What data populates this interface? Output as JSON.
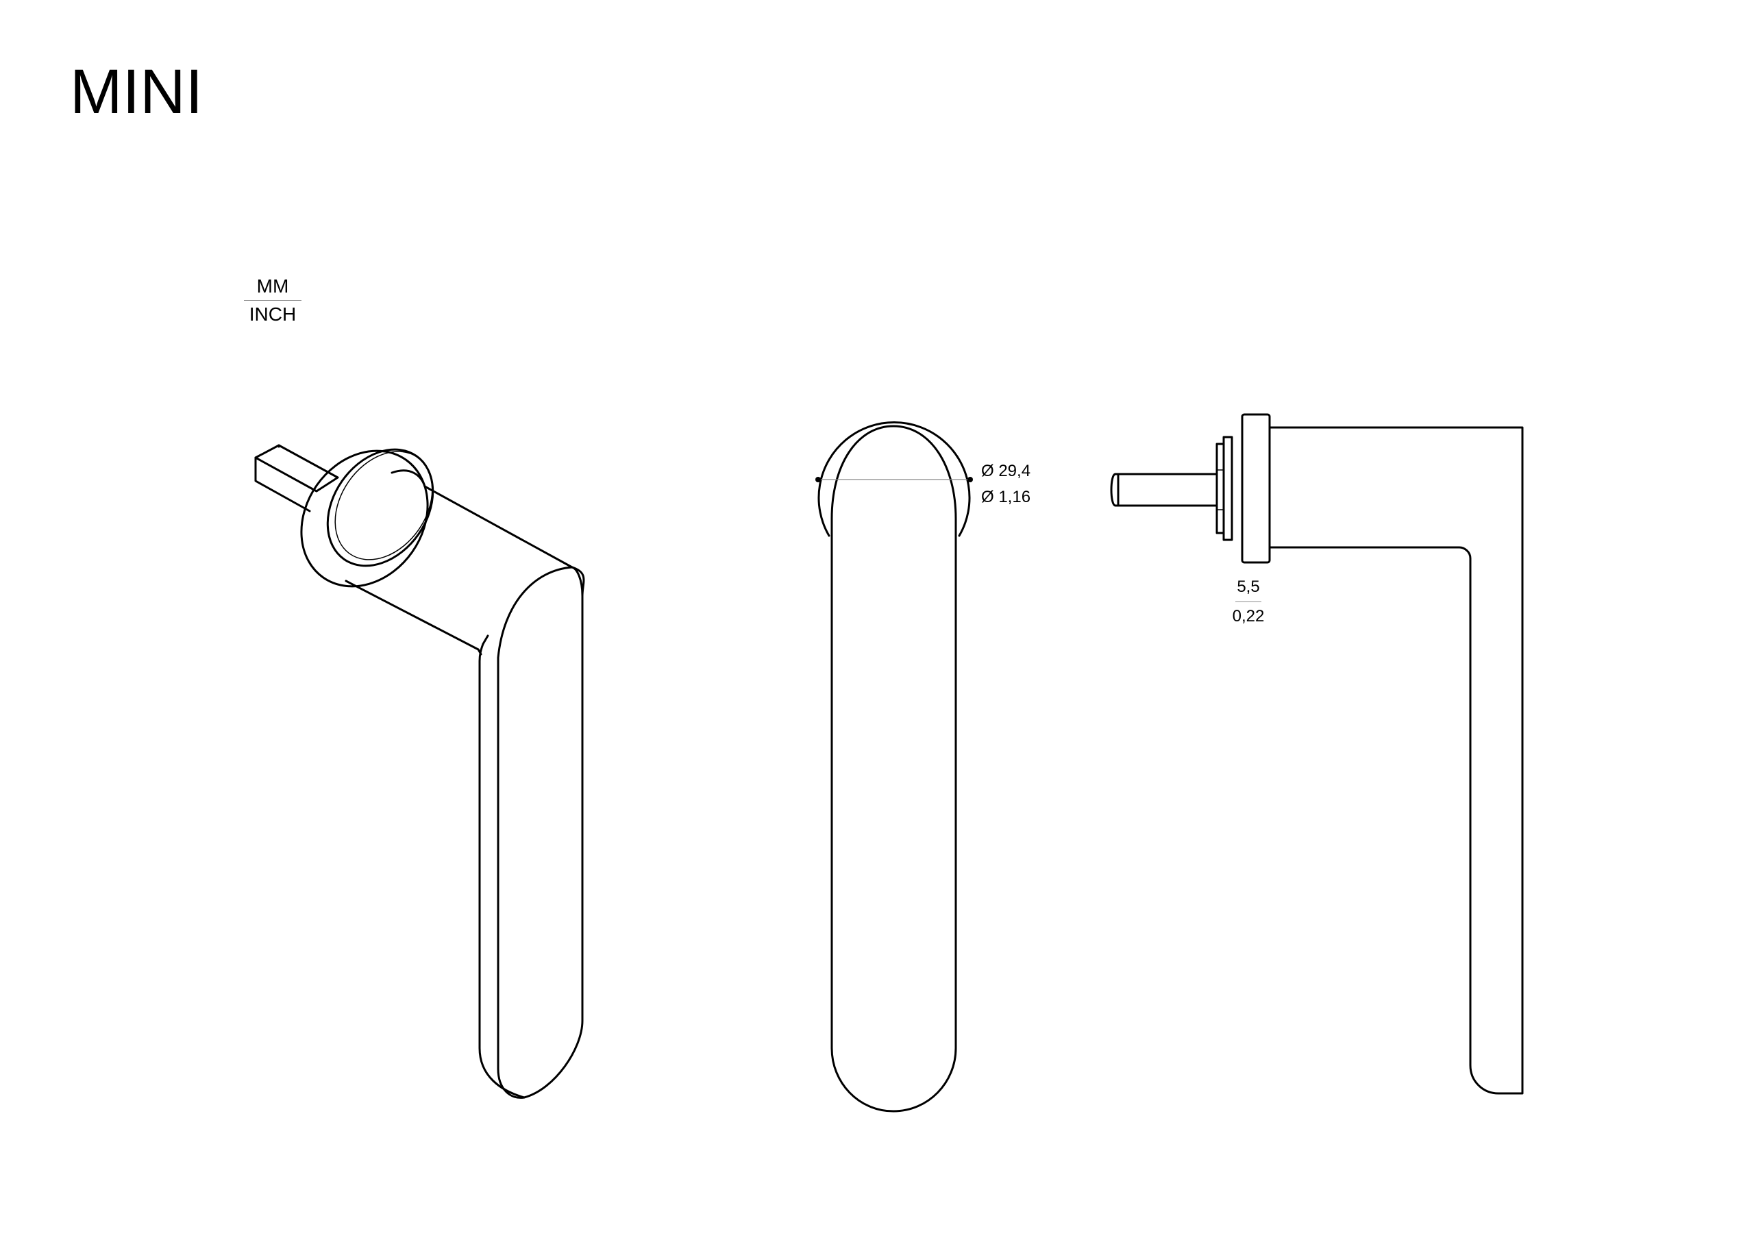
{
  "title": "MINI",
  "units": {
    "top": "MM",
    "bottom": "INCH"
  },
  "dimensions": {
    "diameter_mm": "Ø 29,4",
    "diameter_inch": "Ø 1,16",
    "spindle_mm": "5,5",
    "spindle_inch": "0,22"
  }
}
